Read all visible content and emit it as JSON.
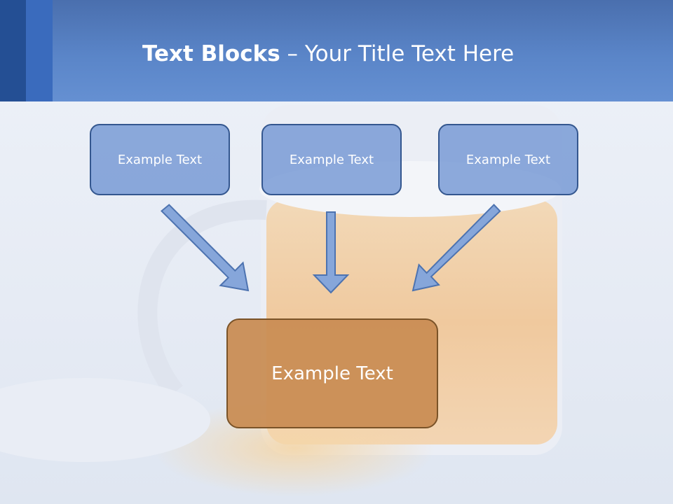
{
  "title": {
    "bold": "Text Blocks",
    "rest": " – Your Title Text Here"
  },
  "blocks": [
    {
      "label": "Example Text"
    },
    {
      "label": "Example Text"
    },
    {
      "label": "Example Text"
    }
  ],
  "main_block": {
    "label": "Example Text"
  },
  "colors": {
    "header": "#5a85c8",
    "small_block_fill": "#7d9fd8",
    "small_block_border": "#34578f",
    "main_block_fill": "#c98d54",
    "main_block_border": "#7a5328",
    "arrow_fill": "#86a6da",
    "arrow_stroke": "#4d73b0"
  }
}
